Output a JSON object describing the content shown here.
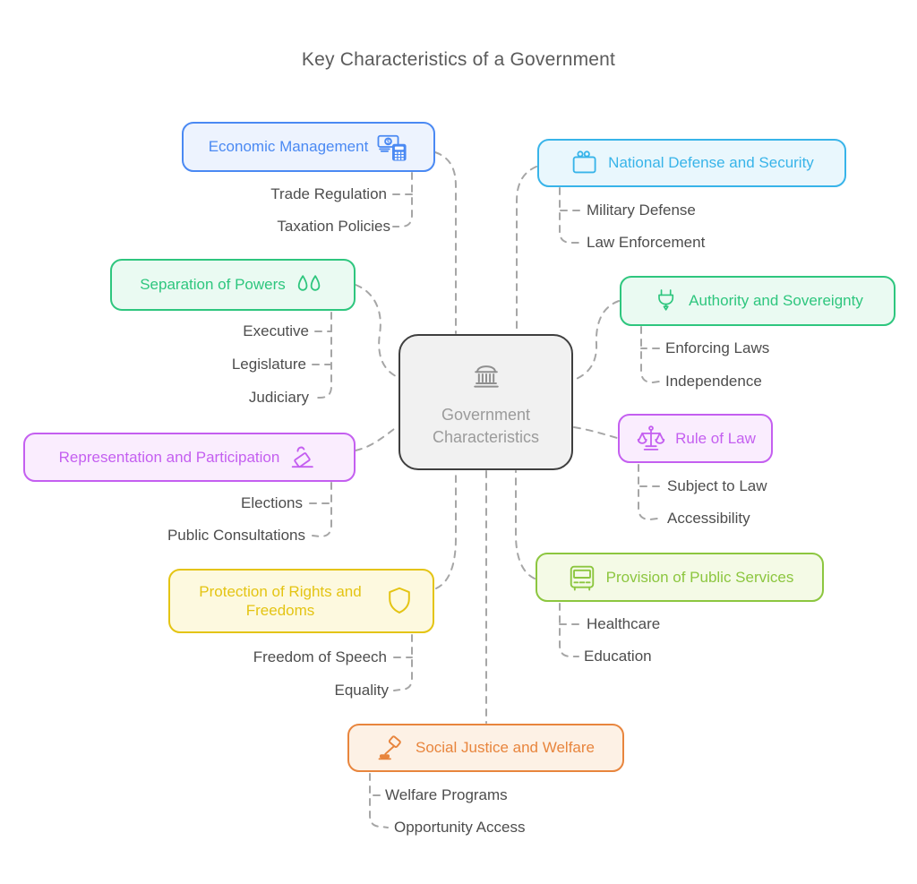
{
  "title": "Key Characteristics of a Government",
  "center": {
    "label": "Government Characteristics",
    "icon": "bank-icon"
  },
  "connector_color": "#a6a6a6",
  "branches": [
    {
      "id": "economic-management",
      "label": "Economic Management",
      "icon": "money-calculator-icon",
      "color": "#4a89f3",
      "fill": "#edf3fe",
      "side": "left",
      "items": [
        "Trade Regulation",
        "Taxation Policies"
      ]
    },
    {
      "id": "national-defense",
      "label": "National Defense and Security",
      "icon": "military-icon",
      "color": "#38b4e9",
      "fill": "#e9f7fd",
      "side": "right",
      "items": [
        "Military Defense",
        "Law Enforcement"
      ]
    },
    {
      "id": "separation-of-powers",
      "label": "Separation of Powers",
      "icon": "balance-pans-icon",
      "color": "#2ec67e",
      "fill": "#eafaf2",
      "side": "left",
      "items": [
        "Executive",
        "Legislature",
        "Judiciary"
      ]
    },
    {
      "id": "authority-sovereignty",
      "label": "Authority and Sovereignty",
      "icon": "plug-icon",
      "color": "#2ec67e",
      "fill": "#eafaf2",
      "side": "right",
      "items": [
        "Enforcing Laws",
        "Independence"
      ]
    },
    {
      "id": "representation-participation",
      "label": "Representation and Participation",
      "icon": "ballot-icon",
      "color": "#c45ff0",
      "fill": "#faedfe",
      "side": "left",
      "items": [
        "Elections",
        "Public Consultations"
      ]
    },
    {
      "id": "rule-of-law",
      "label": "Rule of Law",
      "icon": "justice-scales-icon",
      "color": "#c45ff0",
      "fill": "#faedfe",
      "side": "right",
      "items": [
        "Subject to Law",
        "Accessibility"
      ]
    },
    {
      "id": "protection-rights-freedoms",
      "label": "Protection of Rights and Freedoms",
      "icon": "shield-icon",
      "color": "#e4c413",
      "fill": "#fdf9df",
      "side": "left",
      "items": [
        "Freedom of Speech",
        "Equality"
      ]
    },
    {
      "id": "provision-public-services",
      "label": "Provision of Public Services",
      "icon": "bus-icon",
      "color": "#8cc63f",
      "fill": "#f4fae6",
      "side": "right",
      "items": [
        "Healthcare",
        "Education"
      ]
    },
    {
      "id": "social-justice-welfare",
      "label": "Social Justice and Welfare",
      "icon": "gavel-icon",
      "color": "#e8853d",
      "fill": "#fdf1e5",
      "side": "right",
      "items": [
        "Welfare Programs",
        "Opportunity Access"
      ]
    }
  ]
}
